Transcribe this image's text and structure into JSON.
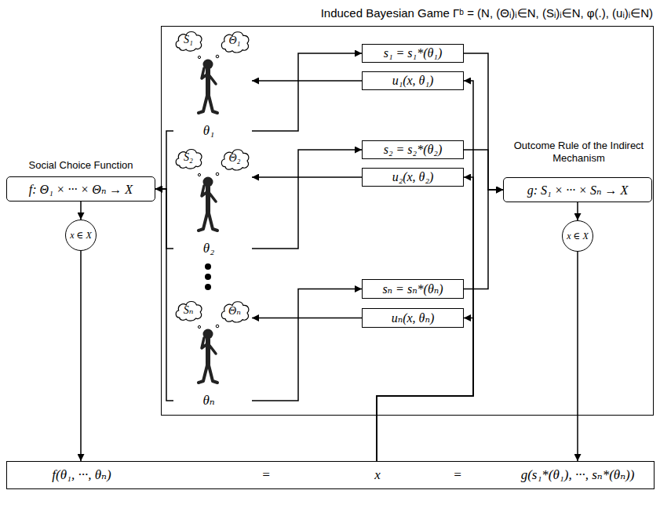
{
  "diagram": {
    "nodes": [
      {
        "text": [
          "Induced Bayesian Game Γᵇ = (N, (Θᵢ)ᵢ∈N, (Sᵢ)ᵢ∈N, φ(.), (uᵢ)ᵢ∈N)"
        ]
      },
      {
        "text": [
          "θ₁"
        ],
        "in": 0
      },
      {
        "text": [
          "S₁"
        ],
        "in": 1
      },
      {
        "text": [
          "Θ₁"
        ],
        "in": 1
      },
      {
        "text": [
          "s₁ = s₁*(θ₁)"
        ],
        "in": 0
      },
      {
        "text": [
          "u₁(x, θ₁)"
        ],
        "in": 0
      },
      {
        "text": [
          "θ₂"
        ],
        "in": 0
      },
      {
        "text": [
          "S₂"
        ],
        "in": 6
      },
      {
        "text": [
          "Θ₂"
        ],
        "in": 6
      },
      {
        "text": [
          "s₂ = s₂*(θ₂)"
        ],
        "in": 0
      },
      {
        "text": [
          "u₂(x, θ₂)"
        ],
        "in": 0
      },
      {
        "text": [
          "θₙ"
        ],
        "in": 0
      },
      {
        "text": [
          "Sₙ"
        ],
        "in": 11
      },
      {
        "text": [
          "Θₙ"
        ],
        "in": 11
      },
      {
        "text": [
          "sₙ = sₙ*(θₙ)"
        ],
        "in": 0
      },
      {
        "text": [
          "uₙ(x, θₙ)"
        ],
        "in": 0
      },
      {
        "text": [
          "f: Θ₁ × ··· × Θₙ → X"
        ]
      },
      {
        "text": [
          "x ∈ X"
        ]
      },
      {
        "text": [
          "g: S₁ × ··· × Sₙ → X"
        ],
        "in": 0
      },
      {
        "text": [
          "x ∈ X"
        ],
        "in": 0
      },
      {
        "text": [
          "f(θ₁, ···, θₙ)",
          "=",
          "x",
          "=",
          "g(s₁*(θ₁), ···, sₙ*(θₙ))"
        ]
      }
    ],
    "edges": [
      {
        "from": 1,
        "to": 4,
        "arrow": "to"
      },
      {
        "from": 5,
        "to": 1,
        "arrow": "to"
      },
      {
        "from": 6,
        "to": 9,
        "arrow": "to"
      },
      {
        "from": 10,
        "to": 6,
        "arrow": "to"
      },
      {
        "from": 11,
        "to": 14,
        "arrow": "to"
      },
      {
        "from": 15,
        "to": 11,
        "arrow": "to"
      },
      {
        "from": 1,
        "to": 16,
        "arrow": "to"
      },
      {
        "from": 6,
        "to": 16,
        "arrow": "to"
      },
      {
        "from": 11,
        "to": 16,
        "arrow": "to"
      },
      {
        "from": 4,
        "to": 18,
        "arrow": "to"
      },
      {
        "from": 9,
        "to": 18,
        "arrow": "to"
      },
      {
        "from": 14,
        "to": 18,
        "arrow": "to"
      },
      {
        "from": 16,
        "to": 17,
        "arrow": "to"
      },
      {
        "from": 18,
        "to": 19,
        "arrow": "to"
      },
      {
        "from": 17,
        "to": 20,
        "arrow": "to"
      },
      {
        "from": 19,
        "to": 20,
        "arrow": "to"
      },
      {
        "from": 20,
        "to": 5,
        "arrow": "to"
      },
      {
        "from": 20,
        "to": 10,
        "arrow": "to"
      },
      {
        "from": 20,
        "to": 15,
        "arrow": "to"
      }
    ],
    "labels": [
      "Social Choice Function",
      "Outcome Rule of the Indirect Mechanism"
    ]
  }
}
